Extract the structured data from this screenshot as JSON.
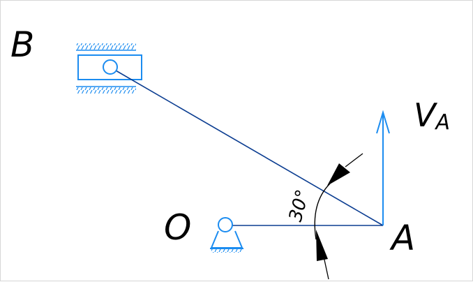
{
  "labels": {
    "point_b": "B",
    "point_o": "O",
    "point_a": "A",
    "velocity_main": "V",
    "velocity_sub": "A",
    "angle": "30°"
  },
  "colors": {
    "mechanism": "#1b8cf0",
    "link": "#0b3d91",
    "dimension": "#000000"
  }
}
